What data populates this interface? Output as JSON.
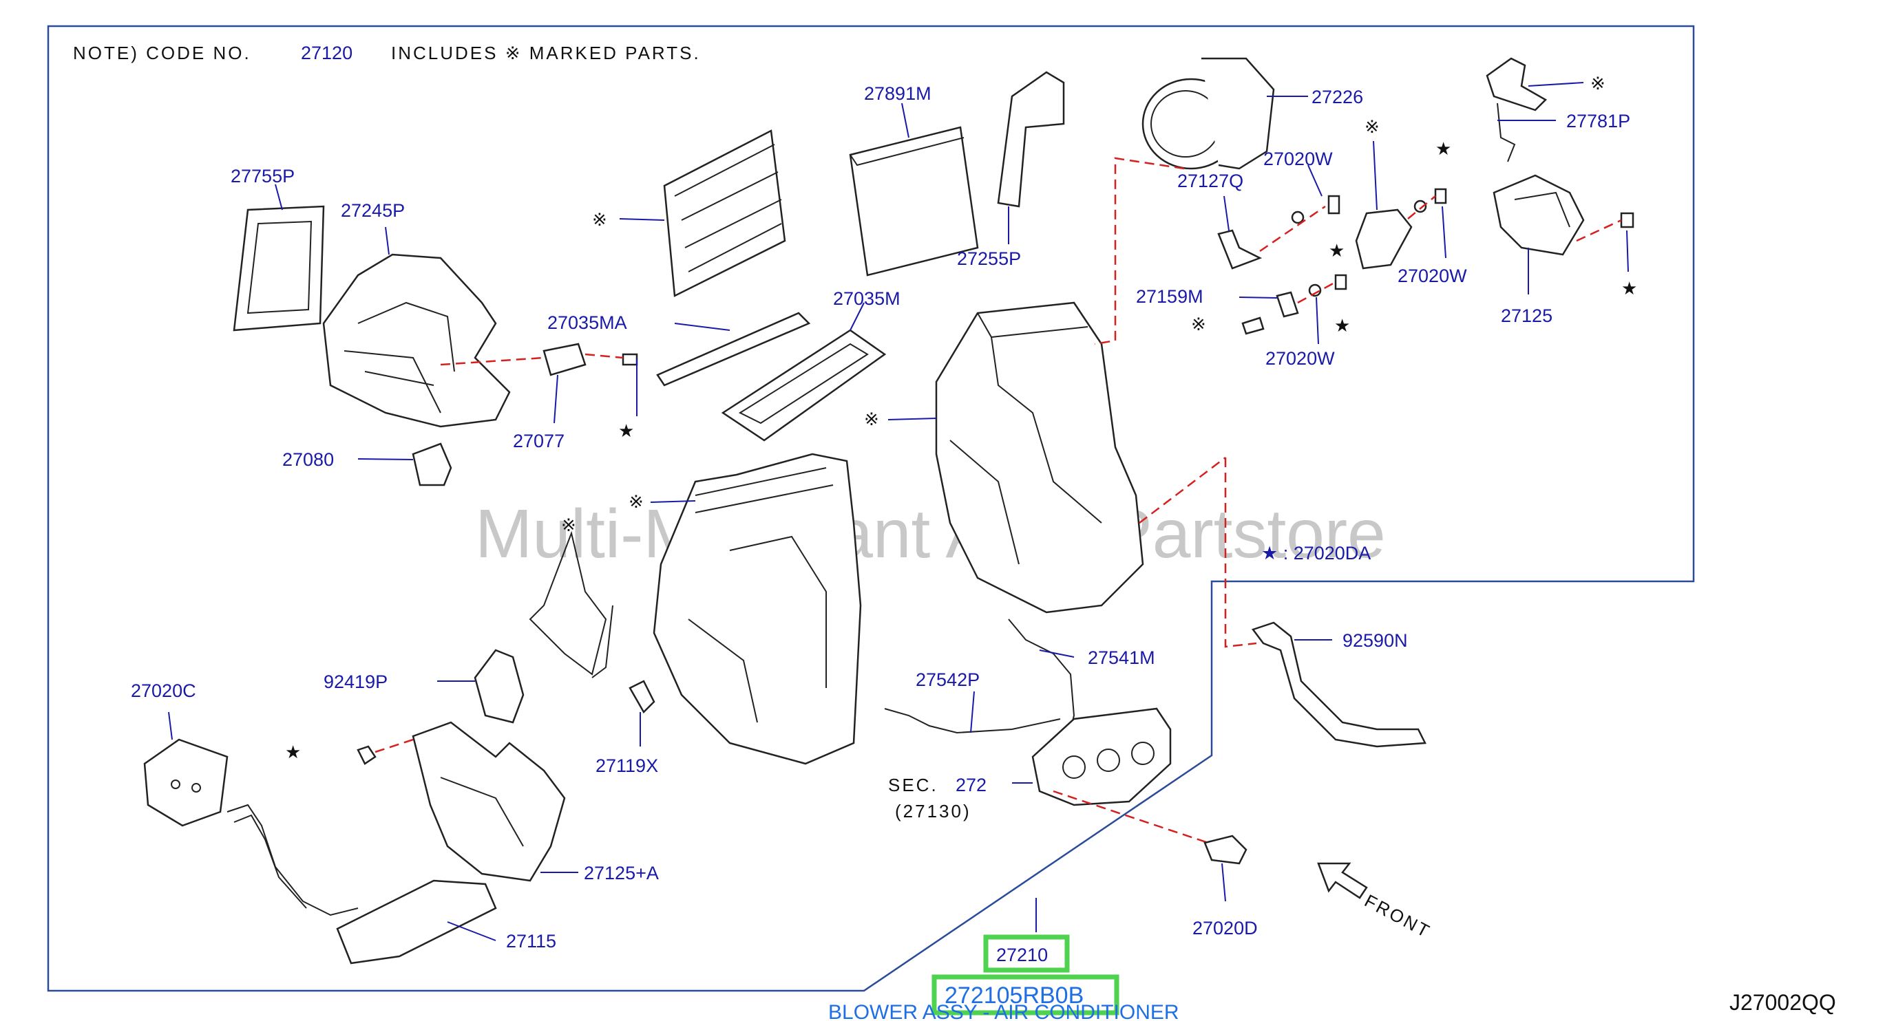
{
  "note": {
    "prefix": "NOTE)  CODE  NO.",
    "code": "27120",
    "suffix": "INCLUDES  ※ MARKED  PARTS."
  },
  "watermark": "Multi-Merchant Auto Partstore",
  "star_legend": "★ : 27020DA",
  "parts": {
    "p27755P": "27755P",
    "p27245P": "27245P",
    "p27891M": "27891M",
    "p27255P": "27255P",
    "p27226": "27226",
    "p27781P": "27781P",
    "p27020W_a": "27020W",
    "p27127Q": "27127Q",
    "p27020W_b": "27020W",
    "p27159M": "27159M",
    "p27020W_c": "27020W",
    "p27125": "27125",
    "p27035MA": "27035MA",
    "p27035M": "27035M",
    "p27077": "27077",
    "p27080": "27080",
    "p92590N": "92590N",
    "p27541M": "27541M",
    "p27542P": "27542P",
    "p27020C": "27020C",
    "p92419P": "92419P",
    "p27119X": "27119X",
    "p27125A": "27125+A",
    "p27115": "27115",
    "p27020D": "27020D",
    "p27210": "27210"
  },
  "sec": {
    "label": "SEC.",
    "number": "272",
    "sub": "(27130)"
  },
  "front_label": "FRONT",
  "marks": {
    "note_mark": "※",
    "star": "★"
  },
  "highlight": {
    "part_no": "27210",
    "oem_no": "272105RB0B",
    "description": "BLOWER ASSY - AIR CONDITIONER"
  },
  "diagram_code": "J27002QQ",
  "colors": {
    "label_blue": "#1a1aa8",
    "highlight_green": "#4fd24f",
    "leader_red": "#d62020",
    "oem_blue": "#1e6ee6"
  }
}
